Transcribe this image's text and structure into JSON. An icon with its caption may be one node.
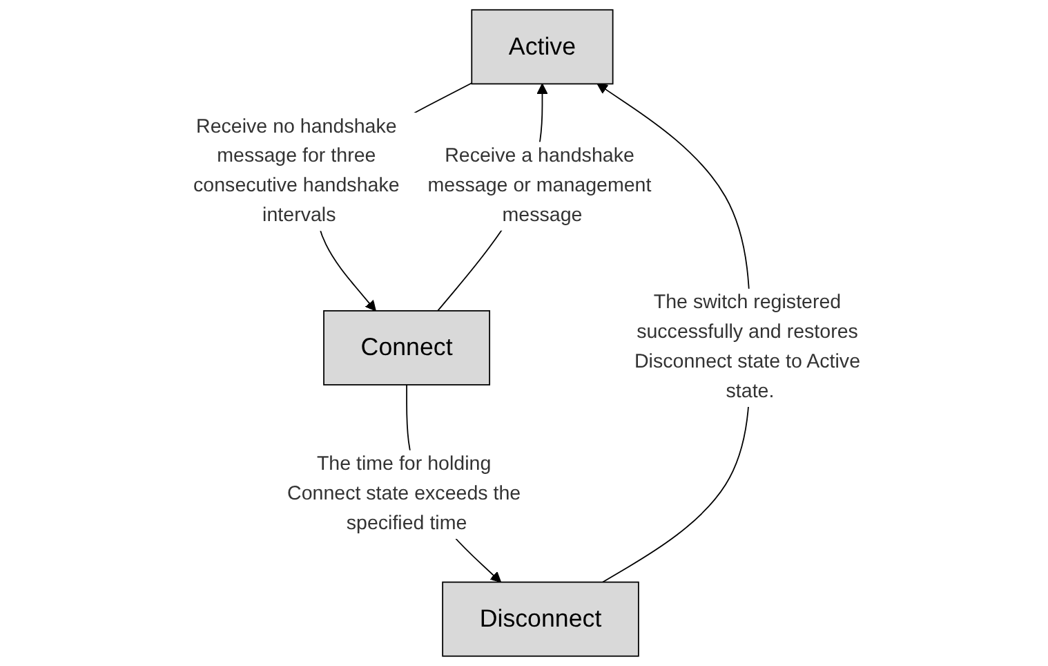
{
  "diagram": {
    "nodes": [
      {
        "text": [
          "Active"
        ]
      },
      {
        "text": [
          "Connect"
        ]
      },
      {
        "text": [
          "Disconnect"
        ]
      }
    ],
    "edges": [
      {
        "from": 1,
        "to": 0,
        "arrow": "to",
        "label": "Receive a handshake message or management message"
      },
      {
        "from": 0,
        "to": 1,
        "arrow": "to",
        "label": "Receive no handshake message for three consecutive handshake intervals"
      },
      {
        "from": 1,
        "to": 2,
        "arrow": "to",
        "label": "The time for holding Connect state exceeds the specified time"
      },
      {
        "from": 2,
        "to": 0,
        "arrow": "to",
        "label": "The switch registered successfully and restores Disconnect state to Active state."
      }
    ]
  }
}
